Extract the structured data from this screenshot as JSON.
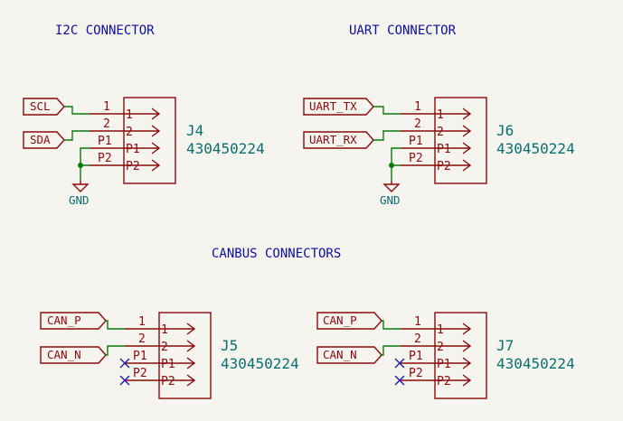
{
  "titles": {
    "i2c": "I2C CONNECTOR",
    "uart": "UART CONNECTOR",
    "canbus": "CANBUS CONNECTORS"
  },
  "ground_label": "GND",
  "connectors": [
    {
      "id": "J4",
      "part": "430450224",
      "pins": [
        "1",
        "2",
        "P1",
        "P2"
      ],
      "labels": [
        "SCL",
        "SDA"
      ],
      "grounded": true
    },
    {
      "id": "J6",
      "part": "430450224",
      "pins": [
        "1",
        "2",
        "P1",
        "P2"
      ],
      "labels": [
        "UART_TX",
        "UART_RX"
      ],
      "grounded": true
    },
    {
      "id": "J5",
      "part": "430450224",
      "pins": [
        "1",
        "2",
        "P1",
        "P2"
      ],
      "labels": [
        "CAN_P",
        "CAN_N"
      ],
      "grounded": false
    },
    {
      "id": "J7",
      "part": "430450224",
      "pins": [
        "1",
        "2",
        "P1",
        "P2"
      ],
      "labels": [
        "CAN_P",
        "CAN_N"
      ],
      "grounded": false
    }
  ]
}
